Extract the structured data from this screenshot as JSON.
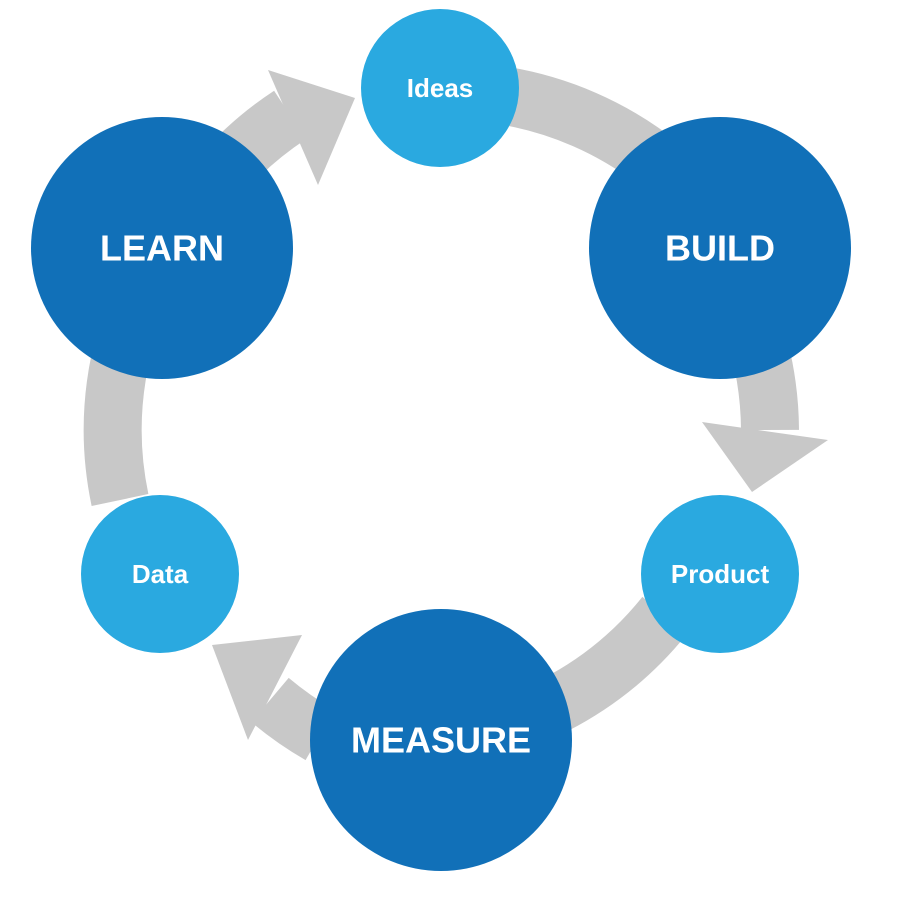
{
  "colors": {
    "background": "#ffffff",
    "ring": "#c8c8c8",
    "primary_node": "#1170b8",
    "secondary_node": "#2aa9e0",
    "label": "#ffffff"
  },
  "nodes": {
    "learn": {
      "label": "LEARN",
      "kind": "primary"
    },
    "build": {
      "label": "BUILD",
      "kind": "primary"
    },
    "measure": {
      "label": "MEASURE",
      "kind": "primary"
    },
    "ideas": {
      "label": "Ideas",
      "kind": "secondary"
    },
    "product": {
      "label": "Product",
      "kind": "secondary"
    },
    "data": {
      "label": "Data",
      "kind": "secondary"
    }
  },
  "cycle_order": [
    "ideas",
    "build",
    "product",
    "measure",
    "data",
    "learn"
  ]
}
